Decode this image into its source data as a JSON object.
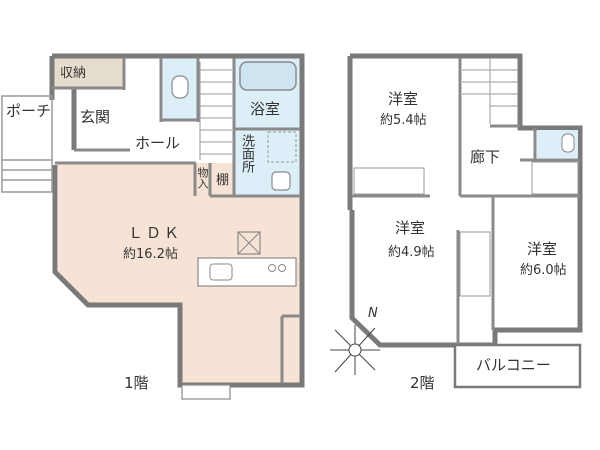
{
  "floor1": {
    "title": "1階",
    "rooms": {
      "storage": "収納",
      "porch": "ポーチ",
      "entrance": "玄関",
      "hall": "ホール",
      "bath": "浴室",
      "washroom": "洗面所",
      "closet": "物入",
      "shelf": "棚",
      "ldk_name": "ＬＤＫ",
      "ldk_size": "約16.2帖"
    }
  },
  "floor2": {
    "title": "2階",
    "rooms": {
      "western_a_name": "洋室",
      "western_a_size": "約5.4帖",
      "corridor": "廊下",
      "western_b_name": "洋室",
      "western_b_size": "約4.9帖",
      "western_c_name": "洋室",
      "western_c_size": "約6.0帖",
      "balcony": "バルコニー"
    }
  },
  "compass": {
    "north": "N"
  },
  "colors": {
    "wall": "#7a7a7a",
    "ldk_floor": "#f6e3d5",
    "wet_area": "#dceef7",
    "storage_fill": "#e4dccd"
  }
}
